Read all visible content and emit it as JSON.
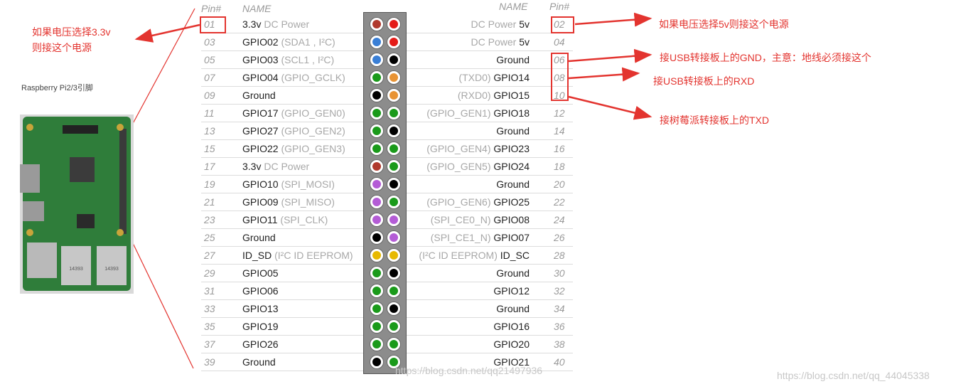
{
  "header": {
    "pin_label": "Pin#",
    "name_label": "NAME"
  },
  "colors": {
    "power_red": "#c0392b",
    "power_red_bright": "#e41b17",
    "gpio_green": "#1a9a1a",
    "i2c_blue": "#3a7fd6",
    "ground_black": "#000000",
    "uart_orange": "#e89334",
    "spi_purple": "#b45cd6",
    "eeprom_yellow": "#e7b900",
    "annotation_red": "#e3342f"
  },
  "rows": [
    {
      "l": "01",
      "lm": "3.3v",
      "ld": " DC Power",
      "lc": "power_dark",
      "r": "02",
      "rm": "5v",
      "rd": "DC Power ",
      "rc": "power_red_bright"
    },
    {
      "l": "03",
      "lm": "GPIO02",
      "ld": " (SDA1 , I²C)",
      "lc": "i2c_blue",
      "r": "04",
      "rm": "5v",
      "rd": "DC Power ",
      "rc": "power_red_bright"
    },
    {
      "l": "05",
      "lm": "GPIO03",
      "ld": " (SCL1 , I²C)",
      "lc": "i2c_blue",
      "r": "06",
      "rm": "Ground",
      "rd": "",
      "rc": "ground_black"
    },
    {
      "l": "07",
      "lm": "GPIO04",
      "ld": " (GPIO_GCLK)",
      "lc": "gpio_green",
      "r": "08",
      "rm": "GPIO14",
      "rd": "(TXD0) ",
      "rc": "uart_orange"
    },
    {
      "l": "09",
      "lm": "Ground",
      "ld": "",
      "lc": "ground_black",
      "r": "10",
      "rm": "GPIO15",
      "rd": "(RXD0) ",
      "rc": "uart_orange"
    },
    {
      "l": "11",
      "lm": "GPIO17",
      "ld": " (GPIO_GEN0)",
      "lc": "gpio_green",
      "r": "12",
      "rm": "GPIO18",
      "rd": "(GPIO_GEN1) ",
      "rc": "gpio_green"
    },
    {
      "l": "13",
      "lm": "GPIO27",
      "ld": " (GPIO_GEN2)",
      "lc": "gpio_green",
      "r": "14",
      "rm": "Ground",
      "rd": "",
      "rc": "ground_black"
    },
    {
      "l": "15",
      "lm": "GPIO22",
      "ld": " (GPIO_GEN3)",
      "lc": "gpio_green",
      "r": "16",
      "rm": "GPIO23",
      "rd": "(GPIO_GEN4) ",
      "rc": "gpio_green"
    },
    {
      "l": "17",
      "lm": "3.3v",
      "ld": " DC Power",
      "lc": "power_dark",
      "r": "18",
      "rm": "GPIO24",
      "rd": "(GPIO_GEN5) ",
      "rc": "gpio_green"
    },
    {
      "l": "19",
      "lm": "GPIO10",
      "ld": " (SPI_MOSI)",
      "lc": "spi_purple",
      "r": "20",
      "rm": "Ground",
      "rd": "",
      "rc": "ground_black"
    },
    {
      "l": "21",
      "lm": "GPIO09",
      "ld": " (SPI_MISO)",
      "lc": "spi_purple",
      "r": "22",
      "rm": "GPIO25",
      "rd": "(GPIO_GEN6) ",
      "rc": "gpio_green"
    },
    {
      "l": "23",
      "lm": "GPIO11",
      "ld": " (SPI_CLK)",
      "lc": "spi_purple",
      "r": "24",
      "rm": "GPIO08",
      "rd": "(SPI_CE0_N) ",
      "rc": "spi_purple"
    },
    {
      "l": "25",
      "lm": "Ground",
      "ld": "",
      "lc": "ground_black",
      "r": "26",
      "rm": "GPIO07",
      "rd": "(SPI_CE1_N) ",
      "rc": "spi_purple"
    },
    {
      "l": "27",
      "lm": "ID_SD",
      "ld": " (I²C ID EEPROM)",
      "lc": "eeprom_yellow",
      "r": "28",
      "rm": "ID_SC",
      "rd": "(I²C ID EEPROM) ",
      "rc": "eeprom_yellow"
    },
    {
      "l": "29",
      "lm": "GPIO05",
      "ld": "",
      "lc": "gpio_green",
      "r": "30",
      "rm": "Ground",
      "rd": "",
      "rc": "ground_black"
    },
    {
      "l": "31",
      "lm": "GPIO06",
      "ld": "",
      "lc": "gpio_green",
      "r": "32",
      "rm": "GPIO12",
      "rd": "",
      "rc": "gpio_green"
    },
    {
      "l": "33",
      "lm": "GPIO13",
      "ld": "",
      "lc": "gpio_green",
      "r": "34",
      "rm": "Ground",
      "rd": "",
      "rc": "ground_black"
    },
    {
      "l": "35",
      "lm": "GPIO19",
      "ld": "",
      "lc": "gpio_green",
      "r": "36",
      "rm": "GPIO16",
      "rd": "",
      "rc": "gpio_green"
    },
    {
      "l": "37",
      "lm": "GPIO26",
      "ld": "",
      "lc": "gpio_green",
      "r": "38",
      "rm": "GPIO20",
      "rd": "",
      "rc": "gpio_green"
    },
    {
      "l": "39",
      "lm": "Ground",
      "ld": "",
      "lc": "ground_black",
      "r": "40",
      "rm": "GPIO21",
      "rd": "",
      "rc": "gpio_green"
    }
  ],
  "annotations": {
    "left_note_line1": "如果电压选择3.3v",
    "left_note_line2": "则接这个电源",
    "pin02_note": "如果电压选择5v则接这个电源",
    "pin06_note": "接USB转接板上的GND，主意：地线必须接这个",
    "pin08_note": "接USB转接板上的RXD",
    "pin10_note": "接树莓派转接板上的TXD"
  },
  "board_caption": "Raspberry Pi2/3引脚",
  "board_chip_labels": [
    "14393",
    "14393"
  ],
  "watermarks": [
    "https://blog.csdn.net/qq21497936",
    "https://blog.csdn.net/qq_44045338"
  ]
}
